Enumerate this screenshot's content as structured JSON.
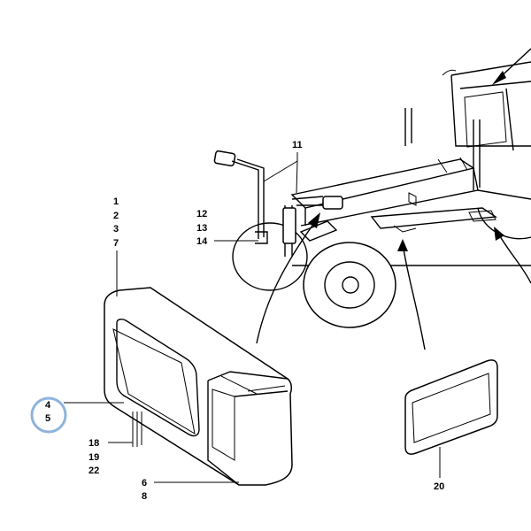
{
  "diagram": {
    "callouts": {
      "c1": "1",
      "c2": "2",
      "c3": "3",
      "c7": "7",
      "c4": "4",
      "c5": "5",
      "c18": "18",
      "c19": "19",
      "c22": "22",
      "c6": "6",
      "c8": "8",
      "c11": "11",
      "c12": "12",
      "c13": "13",
      "c14": "14",
      "c20": "20"
    },
    "highlight_color": "#8fb3dc"
  }
}
